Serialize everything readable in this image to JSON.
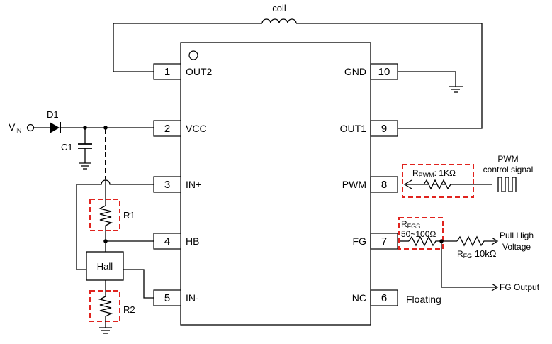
{
  "diagram": {
    "coil_label": "coil",
    "vin_label": "V",
    "vin_sub": "IN",
    "d1_label": "D1",
    "c1_label": "C1",
    "r1_label": "R1",
    "r2_label": "R2",
    "hall_label": "Hall",
    "rpwm_prefix": "R",
    "rpwm_sub": "PWM",
    "rpwm_value": ": 1KΩ",
    "pwm_signal_line1": "PWM",
    "pwm_signal_line2": "control signal",
    "rfgs_prefix": "R",
    "rfgs_sub": "FGS",
    "rfgs_value": "50~100Ω",
    "rfg_prefix": "R",
    "rfg_sub": "FG",
    "rfg_value": " 10kΩ",
    "pullhigh_line1": "Pull High",
    "pullhigh_line2": "Voltage",
    "fg_output": "FG Output",
    "floating": "Floating",
    "pins_left": [
      {
        "num": "1",
        "name": "OUT2"
      },
      {
        "num": "2",
        "name": "VCC"
      },
      {
        "num": "3",
        "name": "IN+"
      },
      {
        "num": "4",
        "name": "HB"
      },
      {
        "num": "5",
        "name": "IN-"
      }
    ],
    "pins_right": [
      {
        "num": "10",
        "name": "GND"
      },
      {
        "num": "9",
        "name": "OUT1"
      },
      {
        "num": "8",
        "name": "PWM"
      },
      {
        "num": "7",
        "name": "FG"
      },
      {
        "num": "6",
        "name": "NC"
      }
    ],
    "colors": {
      "highlight": "#e0231e",
      "line": "#000000"
    }
  }
}
